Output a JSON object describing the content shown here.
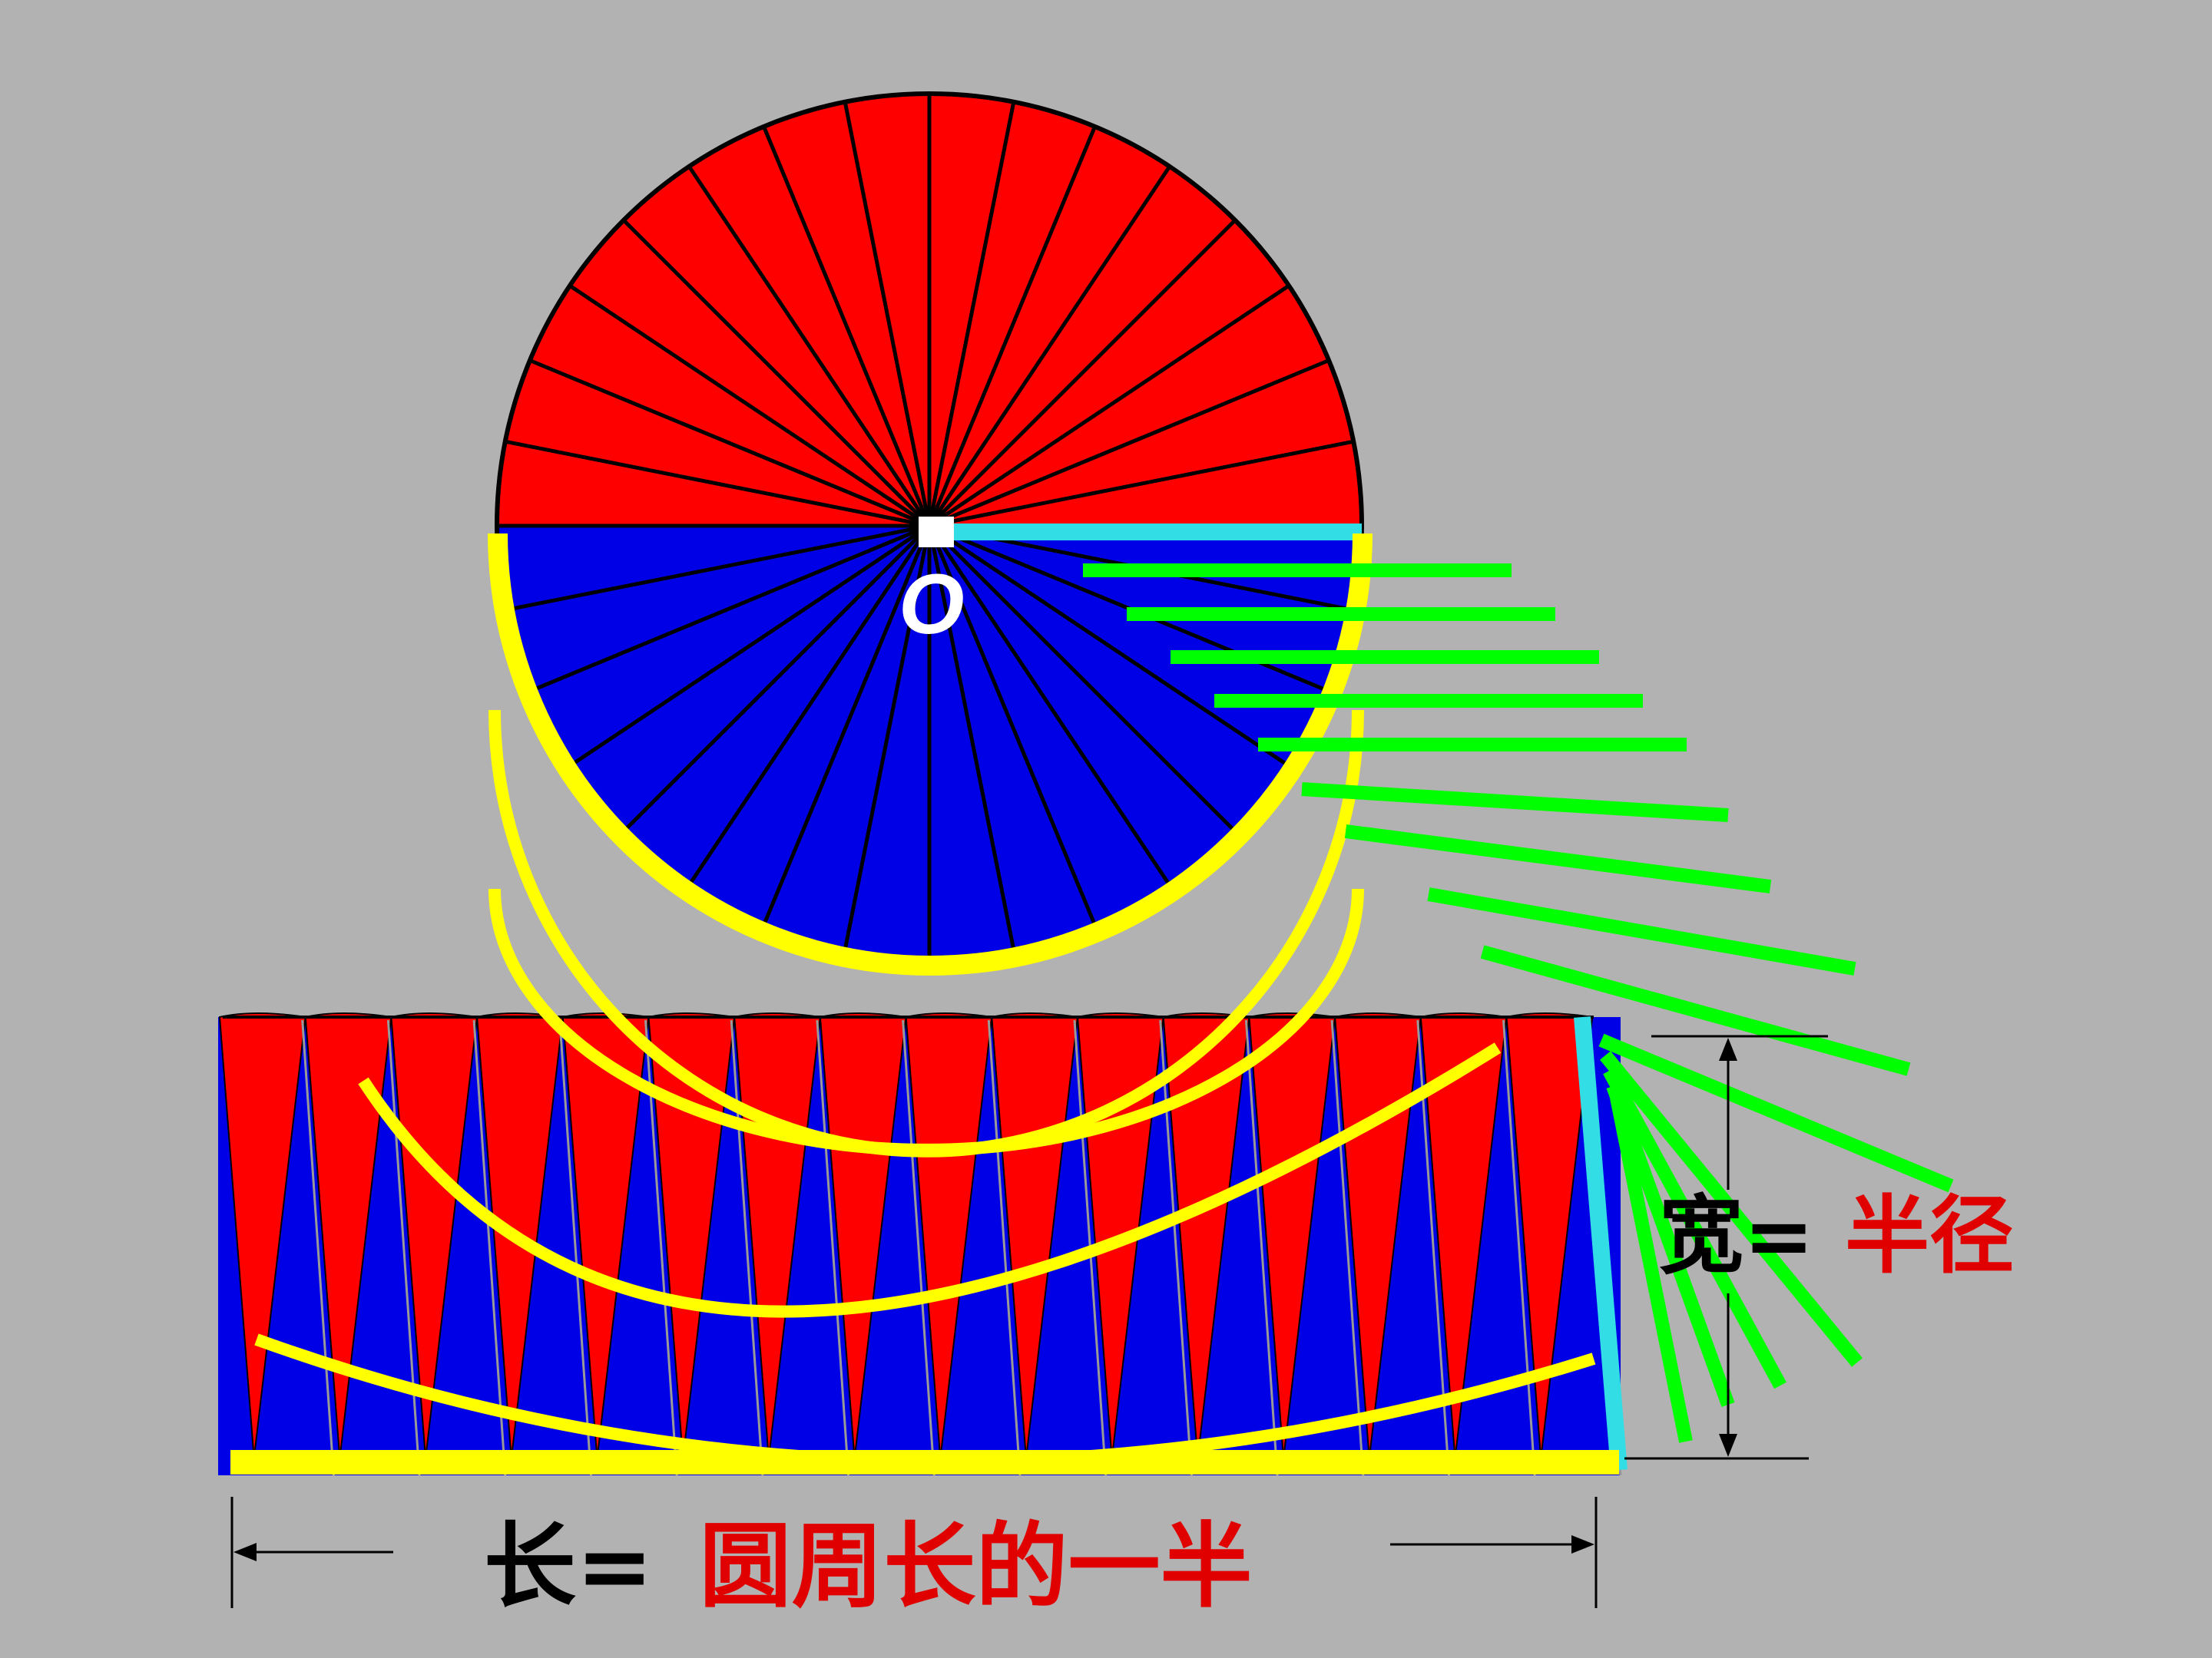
{
  "diagram": {
    "center_label": "O",
    "width_prefix": "宽=",
    "width_value": "半径",
    "length_prefix": "长=",
    "length_value": "圆周长的一半",
    "colors": {
      "background": "#b2b2b2",
      "top_half": "#ff0000",
      "bottom_half": "#0000e6",
      "radius_line": "#33dde6",
      "arc": "#ffff00",
      "guide": "#00ff00",
      "label_black": "#000000",
      "label_red": "#e00000"
    }
  }
}
